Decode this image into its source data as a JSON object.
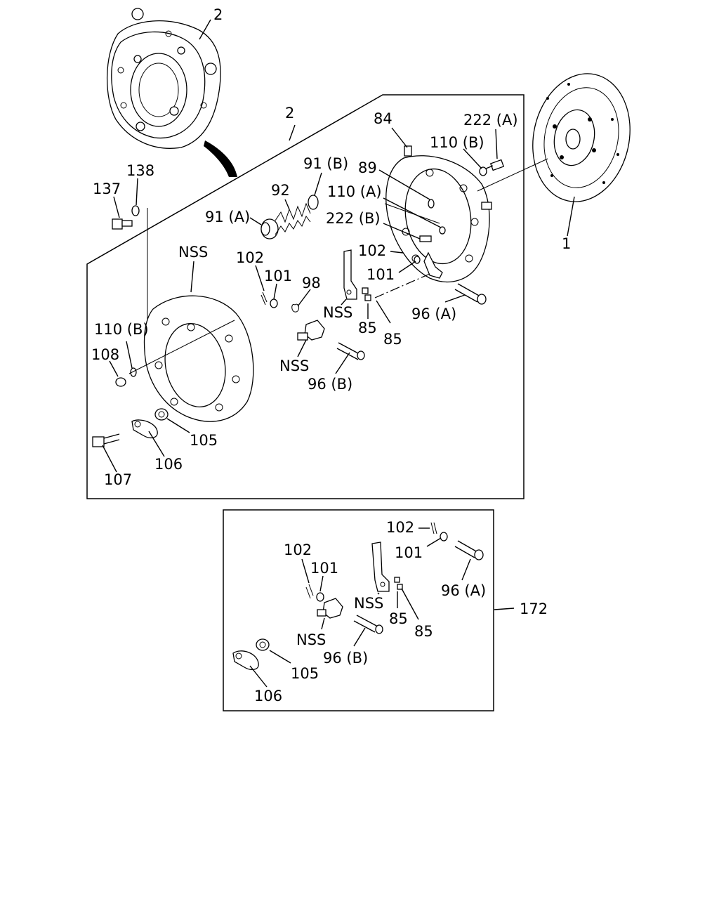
{
  "callouts": {
    "c_2_top": "2",
    "c_2_main": "2",
    "c_84": "84",
    "c_222a": "222 (A)",
    "c_110b_top": "110 (B)",
    "c_91b": "91 (B)",
    "c_89": "89",
    "c_92": "92",
    "c_110a": "110 (A)",
    "c_91a": "91 (A)",
    "c_222b": "222 (B)",
    "c_137": "137",
    "c_138": "138",
    "c_nss_main": "NSS",
    "c_102_main": "102",
    "c_102_right": "102",
    "c_101_main": "101",
    "c_101_right": "101",
    "c_98": "98",
    "c_nss_lever": "NSS",
    "c_85_left": "85",
    "c_85_right": "85",
    "c_96a_main": "96 (A)",
    "c_1": "1",
    "c_110b_left": "110 (B)",
    "c_108": "108",
    "c_nss_eye": "NSS",
    "c_96b_main": "96 (B)",
    "c_105_main": "105",
    "c_106_main": "106",
    "c_107": "107",
    "c_102_kit_top": "102",
    "c_101_kit_top": "101",
    "c_102_kit": "102",
    "c_101_kit": "101",
    "c_96a_kit": "96 (A)",
    "c_nss_kit_lever": "NSS",
    "c_85_kit_left": "85",
    "c_85_kit_right": "85",
    "c_172": "172",
    "c_nss_kit_eye": "NSS",
    "c_96b_kit": "96 (B)",
    "c_105_kit": "105",
    "c_106_kit": "106"
  }
}
